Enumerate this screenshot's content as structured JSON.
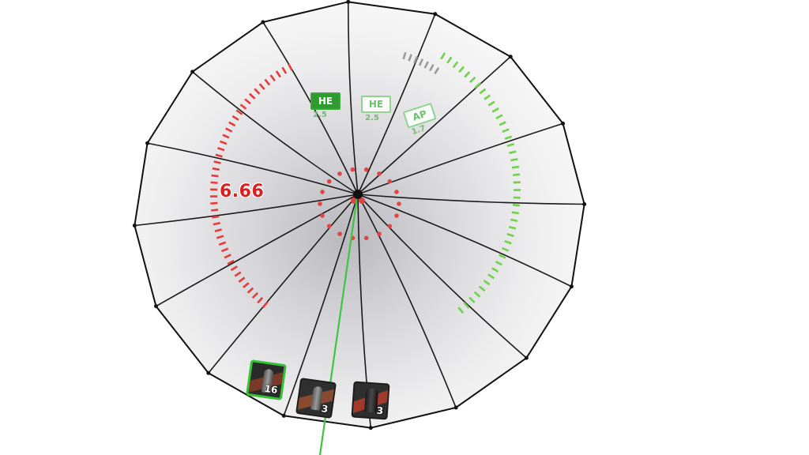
{
  "hud": {
    "distance": "6.66",
    "shells": [
      {
        "type": "HE",
        "value": "2.5",
        "selected": true
      },
      {
        "type": "HE",
        "value": "2.5",
        "selected": false
      },
      {
        "type": "AP",
        "value": "1.7",
        "selected": false
      }
    ],
    "ammo": [
      {
        "count": "16",
        "selected": true,
        "stripe_color": "#7a3a2a"
      },
      {
        "count": "3",
        "selected": false,
        "stripe_color": "#8a4a30"
      },
      {
        "count": "3",
        "selected": false,
        "stripe_color": "#a03a2a"
      }
    ]
  },
  "colors": {
    "left_arc": "#e53b3b",
    "right_arc": "#6fd24a",
    "top_arc": "#9a9a9a",
    "aim_line": "#3fc43f",
    "reticle": "#e04545"
  }
}
